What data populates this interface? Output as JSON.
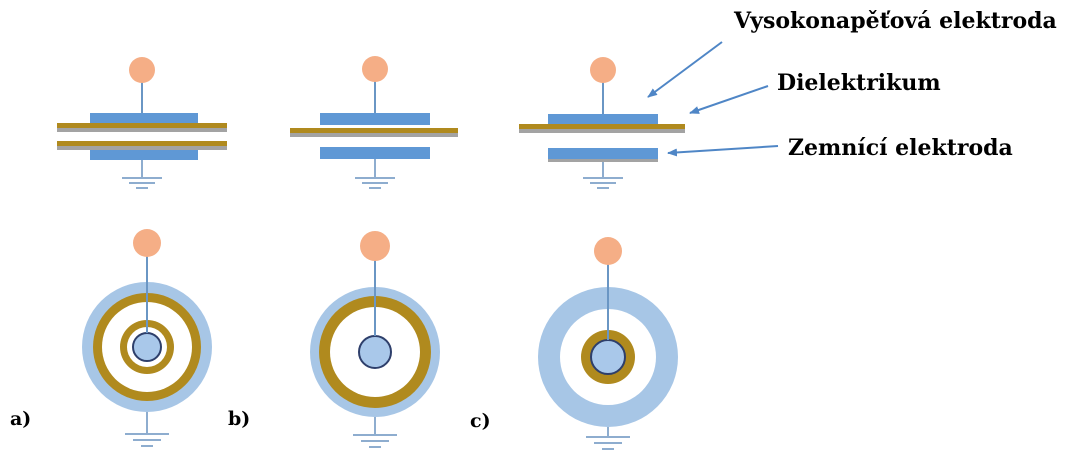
{
  "labels": {
    "high_voltage_electrode": "Vysokonapěťová elektroda",
    "dielectric": "Dielektrikum",
    "ground_electrode": "Zemnící elektroda"
  },
  "variants": {
    "a": "a)",
    "b": "b)",
    "c": "c)"
  },
  "colors": {
    "hv_terminal": "#f5ae86",
    "electrode": "#5f98d5",
    "dielectric": "#b08a1e",
    "dielectric_shadow": "#a3a3a3",
    "ground_ring": "#a7c6e6",
    "wire": "#6a96c4",
    "inner_core": "#a9c8ea",
    "core_outline": "#2e3f6b",
    "arrow": "#4f86c6",
    "ground_symbol": "#8eadcf"
  }
}
